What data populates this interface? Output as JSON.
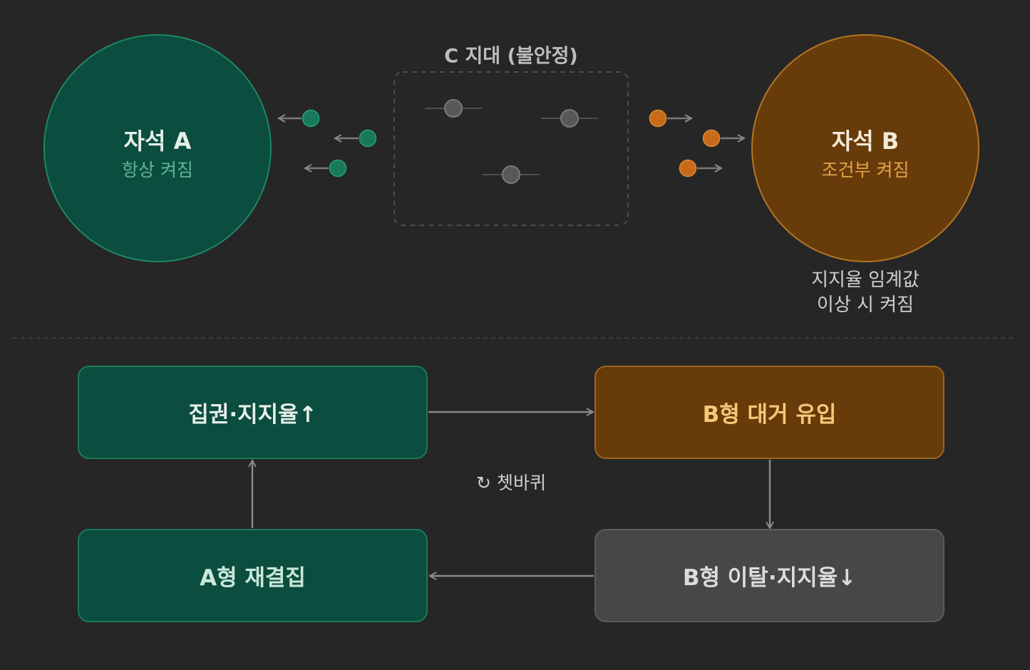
{
  "colors": {
    "background": "#262626",
    "magnet_a_fill": "#0b4d3e",
    "magnet_a_stroke": "#1d8766",
    "magnet_a_text": "#e6efe9",
    "magnet_a_sub": "#5fb494",
    "magnet_b_fill": "#673c0a",
    "magnet_b_stroke": "#b37625",
    "magnet_b_text": "#f3ead8",
    "magnet_b_sub": "#e3a24a",
    "particle_green": "#187a5c",
    "particle_orange": "#c76a1a",
    "particle_gray": "#585858",
    "arrow_gray": "#7a7a7a",
    "neutral_box": "#474745"
  },
  "magnet_a": {
    "title": "자석 A",
    "subtitle": "항상 켜짐"
  },
  "magnet_b": {
    "title": "자석 B",
    "subtitle": "조건부 켜짐",
    "note_line1": "지지율 임계값",
    "note_line2": "이상 시 켜짐"
  },
  "zone_c": {
    "title": "C 지대 (불안정)"
  },
  "cycle": {
    "box_top_left": "집권·지지율↑",
    "box_top_right": "B형 대거 유입",
    "box_bottom_right": "B형 이탈·지지율↓",
    "box_bottom_left": "A형 재결집",
    "center_label": "↻ 쳇바퀴"
  }
}
